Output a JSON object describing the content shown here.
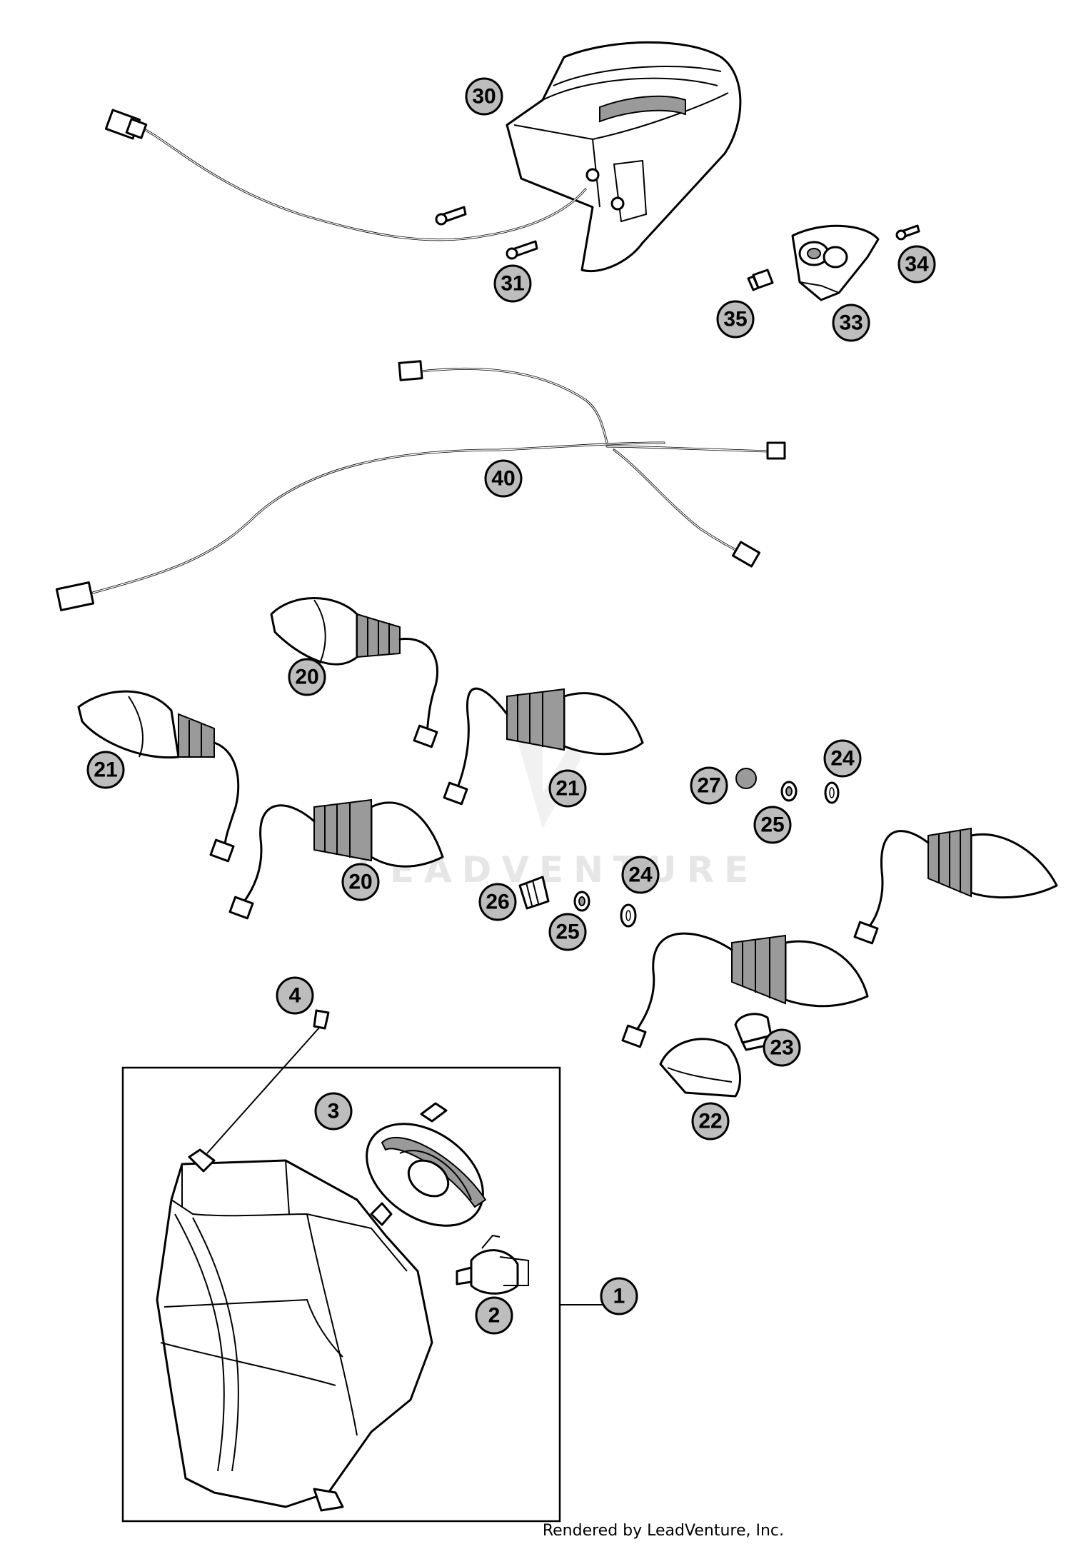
{
  "watermark": "LEADVENTURE",
  "credit": "Rendered by LeadVenture, Inc.",
  "callouts": [
    {
      "id": "30"
    },
    {
      "id": "31"
    },
    {
      "id": "33"
    },
    {
      "id": "34"
    },
    {
      "id": "35"
    },
    {
      "id": "40"
    },
    {
      "id": "20"
    },
    {
      "id": "21"
    },
    {
      "id": "21"
    },
    {
      "id": "20"
    },
    {
      "id": "27"
    },
    {
      "id": "25"
    },
    {
      "id": "24"
    },
    {
      "id": "26"
    },
    {
      "id": "25"
    },
    {
      "id": "24"
    },
    {
      "id": "23"
    },
    {
      "id": "22"
    },
    {
      "id": "4"
    },
    {
      "id": "3"
    },
    {
      "id": "2"
    },
    {
      "id": "1"
    }
  ]
}
